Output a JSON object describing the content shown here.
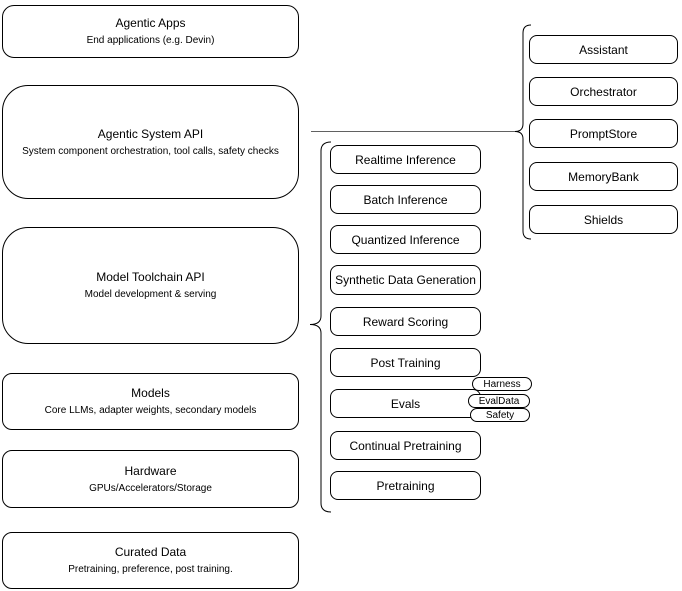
{
  "diagram": {
    "colors": {
      "stroke": "#000000",
      "background": "#ffffff",
      "connector": "#616161"
    },
    "stack": [
      {
        "title": "Agentic Apps",
        "subtitle": "End applications (e.g. Devin)"
      },
      {
        "title": "Agentic System API",
        "subtitle": "System component orchestration, tool calls, safety checks"
      },
      {
        "title": "Model Toolchain API",
        "subtitle": "Model development & serving"
      },
      {
        "title": "Models",
        "subtitle": "Core LLMs, adapter weights, secondary models"
      },
      {
        "title": "Hardware",
        "subtitle": "GPUs/Accelerators/Storage"
      },
      {
        "title": "Curated Data",
        "subtitle": "Pretraining, preference, post training."
      }
    ],
    "toolchain_components": [
      "Realtime Inference",
      "Batch Inference",
      "Quantized Inference",
      "Synthetic Data Generation",
      "Reward Scoring",
      "Post Training",
      "Evals",
      "Continual Pretraining",
      "Pretraining"
    ],
    "evals_tags": [
      "Harness",
      "EvalData",
      "Safety"
    ],
    "agentic_components": [
      "Assistant",
      "Orchestrator",
      "PromptStore",
      "MemoryBank",
      "Shields"
    ]
  }
}
